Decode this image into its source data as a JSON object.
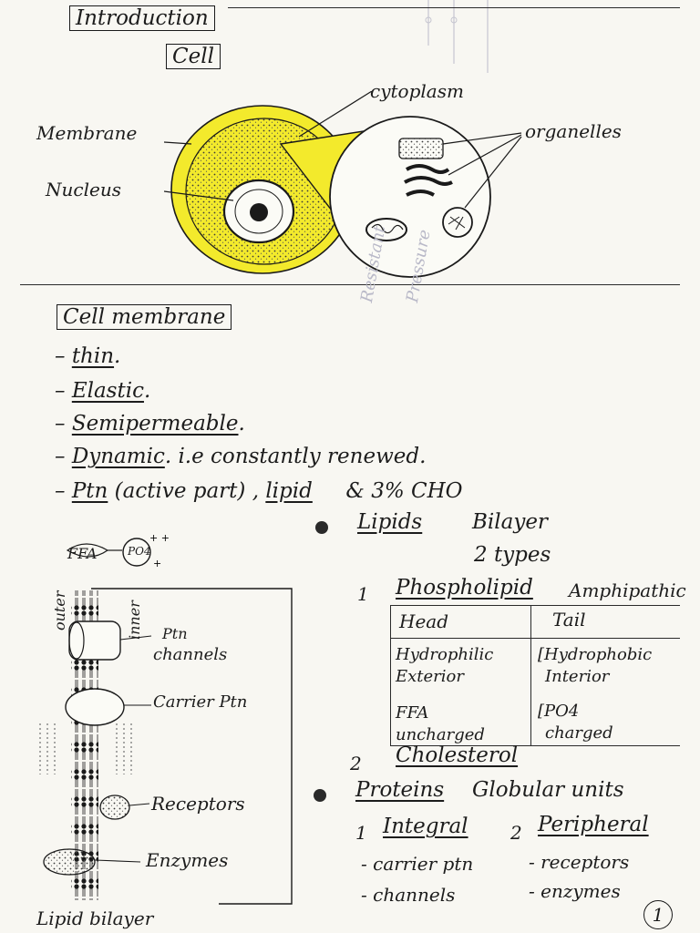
{
  "header": {
    "title": "Introduction",
    "subtitle": "Cell"
  },
  "cell_diagram": {
    "cytoplasm": "cytoplasm",
    "membrane": "Membrane",
    "nucleus": "Nucleus",
    "organelles": "organelles",
    "colors": {
      "membrane_fill": "#f3ea2c",
      "ink": "#1a1a1a"
    }
  },
  "faint_note": {
    "line1": "Resistant",
    "line2": "Pressure"
  },
  "section": {
    "title": "Cell membrane",
    "bullets": [
      "thin",
      "Elastic",
      "Semipermeable",
      "Dynamic"
    ],
    "bullet_marks": [
      ".",
      ".",
      ".",
      ". i.e constantly renewed."
    ],
    "last": {
      "a": "Ptn",
      "b": "(active part)",
      "c": ",",
      "d": "lipid",
      "e": "& 3% CHO"
    }
  },
  "lipids": {
    "heading": "Lipids",
    "type": "Bilayer",
    "count": "2 types",
    "num1": "1",
    "item1": "Phospholipid",
    "item1_note": "Amphipathic",
    "table": {
      "head_col1": "Head",
      "head_col2": "Tail",
      "r1c1": [
        "Hydrophilic",
        "Exterior"
      ],
      "r1c2": [
        "Hydrophobic",
        "Interior"
      ],
      "r2c1": [
        "FFA",
        "uncharged"
      ],
      "r2c2": [
        "PO4",
        "charged"
      ]
    },
    "num2": "2",
    "item2": "Cholesterol"
  },
  "proteins": {
    "heading": "Proteins",
    "desc": "Globular units",
    "num1": "1",
    "integral": "Integral",
    "num2": "2",
    "peripheral": "Peripheral",
    "integral_items": [
      "- carrier ptn",
      "- channels"
    ],
    "peripheral_items": [
      "- receptors",
      "- enzymes"
    ]
  },
  "membrane_diagram": {
    "ffa": "FFA",
    "po4": "PO4",
    "outer": "outer",
    "inner": "inner",
    "channels_line1": "Ptn",
    "channels_line2": "channels",
    "carrier": "Carrier Ptn",
    "receptors": "Receptors",
    "enzymes": "Enzymes",
    "caption": "Lipid bilayer"
  },
  "page_number": "1"
}
